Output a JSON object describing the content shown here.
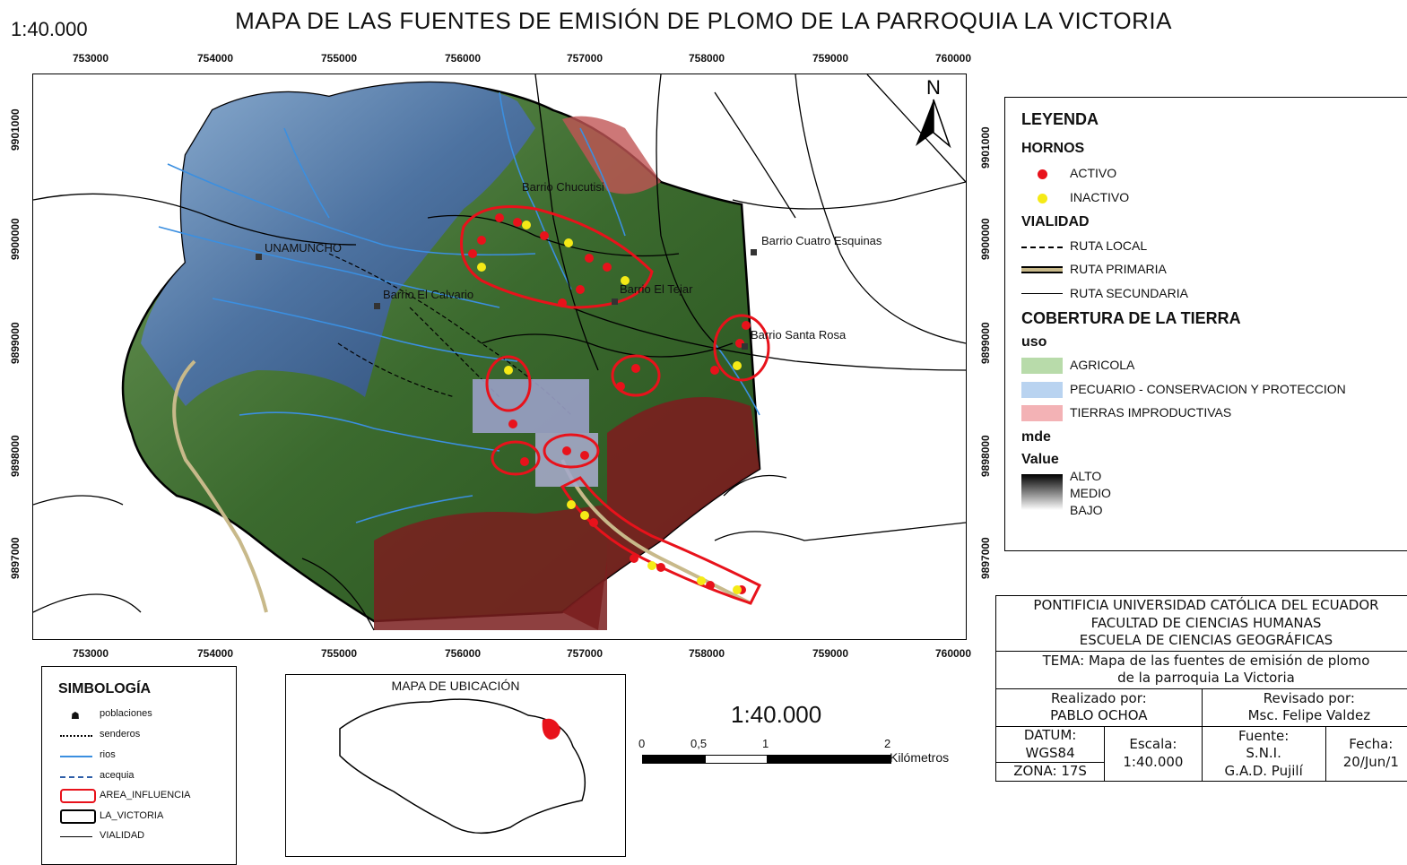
{
  "title": "MAPA DE LAS FUENTES DE EMISIÓN DE PLOMO DE LA PARROQUIA LA VICTORIA",
  "scale_top": "1:40.000",
  "x_coords": [
    "753000",
    "754000",
    "755000",
    "756000",
    "757000",
    "758000",
    "759000",
    "760000"
  ],
  "y_coords": [
    "9901000",
    "9900000",
    "9899000",
    "9898000",
    "9897000"
  ],
  "north_label": "N",
  "places": {
    "unamuncho": "UNAMUNCHO",
    "chucutisi": "Barrio Chucutisi",
    "cuatro_esquinas": "Barrio Cuatro Esquinas",
    "el_calvario": "Barrio El Calvario",
    "el_tejar": "Barrio El Tejar",
    "santa_rosa": "Barrio Santa Rosa"
  },
  "legend": {
    "title": "LEYENDA",
    "hornos": "HORNOS",
    "activo": "ACTIVO",
    "inactivo": "INACTIVO",
    "vialidad": "VIALIDAD",
    "ruta_local": "RUTA LOCAL",
    "ruta_primaria": "RUTA PRIMARIA",
    "ruta_secundaria": "RUTA SECUNDARIA",
    "cobertura": "COBERTURA DE LA TIERRA",
    "uso": "uso",
    "agricola": "AGRICOLA",
    "pecuario": "PECUARIO - CONSERVACION Y PROTECCION",
    "improductivas": "TIERRAS IMPRODUCTIVAS",
    "mde": "mde",
    "value": "Value",
    "alto": "ALTO",
    "medio": "MEDIO",
    "bajo": "BAJO"
  },
  "simbologia": {
    "title": "SIMBOLOGÍA",
    "poblaciones": "poblaciones",
    "senderos": "senderos",
    "rios": "rios",
    "acequia": "acequia",
    "area_influencia": "AREA_INFLUENCIA",
    "la_victoria": "LA_VICTORIA",
    "vialidad": "VIALIDAD"
  },
  "ubicacion_title": "MAPA DE UBICACIÓN",
  "scalebar": {
    "ratio": "1:40.000",
    "t0": "0",
    "t1": "0,5",
    "t2": "1",
    "t3": "2",
    "unit": "Kilómetros"
  },
  "titleblock": {
    "university": "PONTIFICIA UNIVERSIDAD CATÓLICA DEL ECUADOR",
    "faculty": "FACULTAD DE CIENCIAS HUMANAS",
    "school": "ESCUELA DE CIENCIAS GEOGRÁFICAS",
    "tema": "TEMA: Mapa de las fuentes de emisión de plomo",
    "tema2": "de la parroquia La Victoria",
    "realizado_label": "Realizado por:",
    "realizado": "PABLO OCHOA",
    "revisado_label": "Revisado por:",
    "revisado": "Msc. Felipe Valdez",
    "datum_label": "DATUM:",
    "datum": "WGS84",
    "zona": "ZONA: 17S",
    "escala_label": "Escala:",
    "escala": "1:40.000",
    "fuente_label": "Fuente:",
    "fuente1": "S.N.I.",
    "fuente2": "G.A.D. Pujilí",
    "fecha_label": "Fecha:",
    "fecha": "20/Jun/1"
  },
  "colors": {
    "pecuario": "#4f74a8",
    "agricola": "#3d6b2e",
    "improductivas": "#7a1f1f",
    "activo": "#e8121b",
    "inactivo": "#f5ea16",
    "rios": "#3b8fe0",
    "buffer": "#e8121b"
  }
}
